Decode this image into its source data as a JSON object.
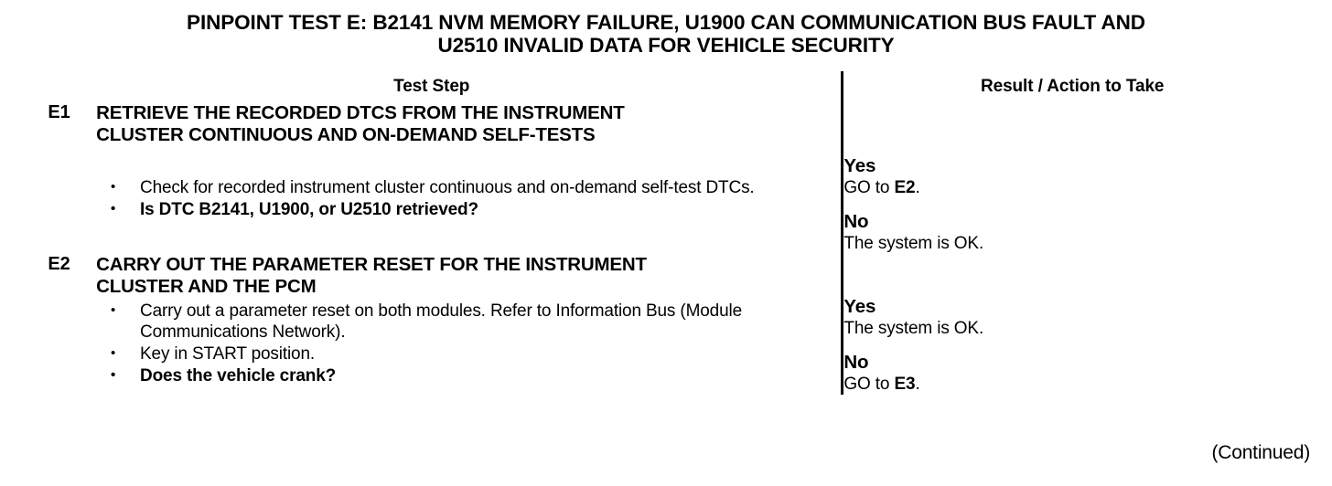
{
  "document": {
    "title_line1": "PINPOINT TEST  E: B2141 NVM MEMORY FAILURE, U1900 CAN COMMUNICATION BUS FAULT AND",
    "title_line2": "U2510 INVALID DATA FOR VEHICLE SECURITY",
    "continued_label": "(Continued)"
  },
  "table": {
    "headers": {
      "test_step": "Test Step",
      "result_action": "Result / Action to Take"
    },
    "steps": [
      {
        "code": "E1",
        "title": "RETRIEVE THE RECORDED DTCS FROM THE INSTRUMENT\nCLUSTER CONTINUOUS AND ON-DEMAND SELF-TESTS",
        "bullets": [
          {
            "text": "Check for recorded instrument cluster continuous and on-demand self-test DTCs.",
            "bold": false
          },
          {
            "text": "Is DTC B2141, U1900, or U2510 retrieved?",
            "bold": true
          }
        ],
        "results": [
          {
            "head": "Yes",
            "body_prefix": "GO to ",
            "body_bold": "E2",
            "body_suffix": "."
          },
          {
            "head": "No",
            "body_prefix": "The system is OK.",
            "body_bold": "",
            "body_suffix": ""
          }
        ]
      },
      {
        "code": "E2",
        "title": "CARRY OUT THE PARAMETER RESET FOR THE INSTRUMENT\nCLUSTER AND THE PCM",
        "bullets": [
          {
            "text": "Carry out a parameter reset on both modules. Refer to Information Bus (Module Communications Network).",
            "bold": false
          },
          {
            "text": "Key in START position.",
            "bold": false
          },
          {
            "text": "Does the vehicle crank?",
            "bold": true
          }
        ],
        "results": [
          {
            "head": "Yes",
            "body_prefix": "The system is OK.",
            "body_bold": "",
            "body_suffix": ""
          },
          {
            "head": "No",
            "body_prefix": "GO to ",
            "body_bold": "E3",
            "body_suffix": "."
          }
        ]
      }
    ]
  }
}
